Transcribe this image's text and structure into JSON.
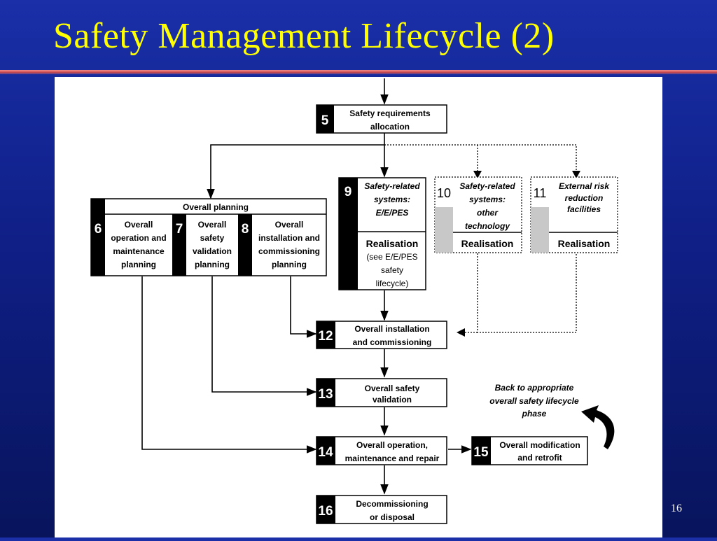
{
  "slide": {
    "title": "Safety Management Lifecycle (2)",
    "page_number": "16"
  },
  "boxes": {
    "b5": {
      "num": "5",
      "lines": [
        "Safety requirements",
        "allocation"
      ]
    },
    "b9": {
      "num": "9",
      "top_lines": [
        "Safety-related",
        "systems:",
        "E/E/PES"
      ],
      "realisation": "Realisation",
      "sub_lines": [
        "(see E/E/PES",
        "safety",
        "lifecycle)"
      ]
    },
    "b10": {
      "num": "10",
      "top_lines": [
        "Safety-related",
        "systems:",
        "other",
        "technology"
      ],
      "realisation": "Realisation"
    },
    "b11": {
      "num": "11",
      "top_lines": [
        "External risk",
        "reduction",
        "facilities"
      ],
      "realisation": "Realisation"
    },
    "planning": {
      "header": "Overall planning",
      "b6": {
        "num": "6",
        "lines": [
          "Overall",
          "operation and",
          "maintenance",
          "planning"
        ]
      },
      "b7": {
        "num": "7",
        "lines": [
          "Overall",
          "safety",
          "validation",
          "planning"
        ]
      },
      "b8": {
        "num": "8",
        "lines": [
          "Overall",
          "installation and",
          "commissioning",
          "planning"
        ]
      }
    },
    "b12": {
      "num": "12",
      "lines": [
        "Overall installation",
        "and commissioning"
      ]
    },
    "b13": {
      "num": "13",
      "lines": [
        "Overall safety",
        "validation"
      ]
    },
    "b14": {
      "num": "14",
      "lines": [
        "Overall operation,",
        "maintenance and repair"
      ]
    },
    "b15": {
      "num": "15",
      "lines": [
        "Overall modification",
        "and retrofit"
      ]
    },
    "b16": {
      "num": "16",
      "lines": [
        "Decommissioning",
        "or disposal"
      ]
    }
  },
  "annotation": {
    "lines": [
      "Back to appropriate",
      "overall safety lifecycle",
      "phase"
    ]
  }
}
